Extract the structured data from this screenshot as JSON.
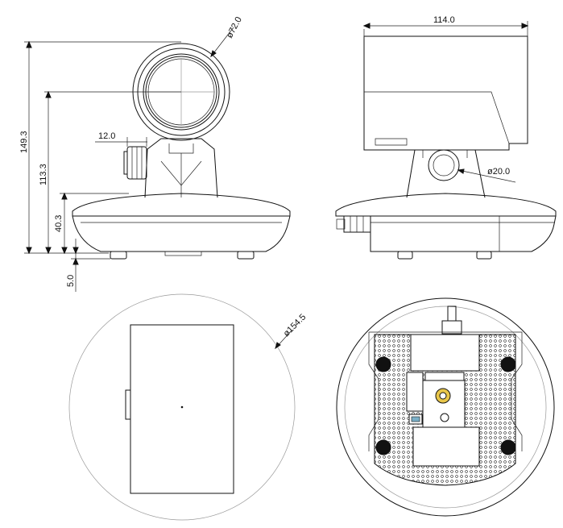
{
  "dimensions": {
    "lens_diameter": "ø72.0",
    "total_height": "149.3",
    "center_height": "113.3",
    "base_height": "40.3",
    "foot_height": "5.0",
    "knob_width": "12.0",
    "body_width": "114.0",
    "port_diameter": "ø20.0",
    "base_diameter": "ø154.5"
  }
}
